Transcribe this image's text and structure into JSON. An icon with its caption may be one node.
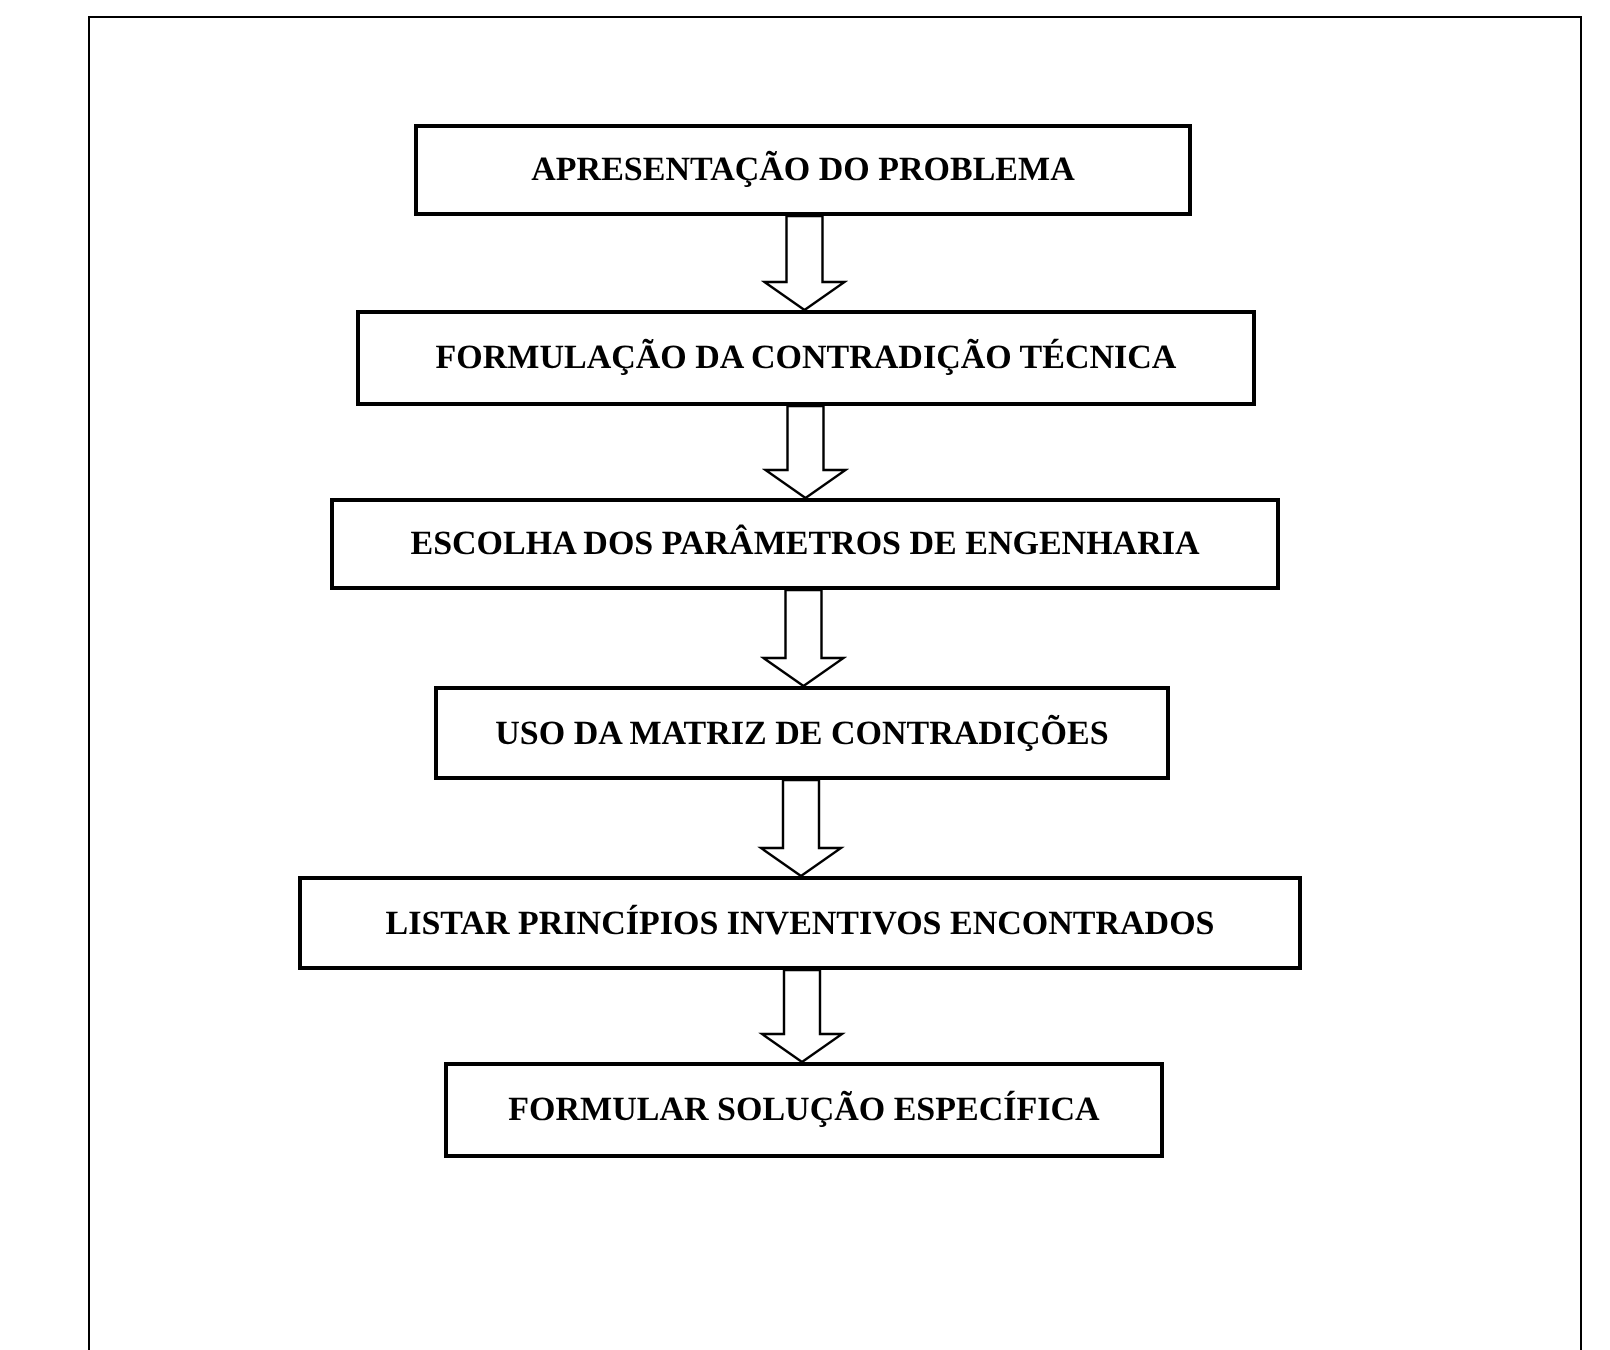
{
  "diagram": {
    "nodes": [
      {
        "text": [
          "APRESENTAÇÃO DO PROBLEMA"
        ]
      },
      {
        "text": [
          "FORMULAÇÃO DA CONTRADIÇÃO TÉCNICA"
        ]
      },
      {
        "text": [
          "ESCOLHA DOS PARÂMETROS DE ENGENHARIA"
        ]
      },
      {
        "text": [
          "USO DA MATRIZ DE CONTRADIÇÕES"
        ]
      },
      {
        "text": [
          "LISTAR PRINCÍPIOS INVENTIVOS ENCONTRADOS"
        ]
      },
      {
        "text": [
          "FORMULAR SOLUÇÃO ESPECÍFICA"
        ]
      }
    ],
    "edges": [
      {
        "from": 0,
        "to": 1,
        "arrow": "to"
      },
      {
        "from": 1,
        "to": 2,
        "arrow": "to"
      },
      {
        "from": 2,
        "to": 3,
        "arrow": "to"
      },
      {
        "from": 3,
        "to": 4,
        "arrow": "to"
      },
      {
        "from": 4,
        "to": 5,
        "arrow": "to"
      }
    ]
  }
}
